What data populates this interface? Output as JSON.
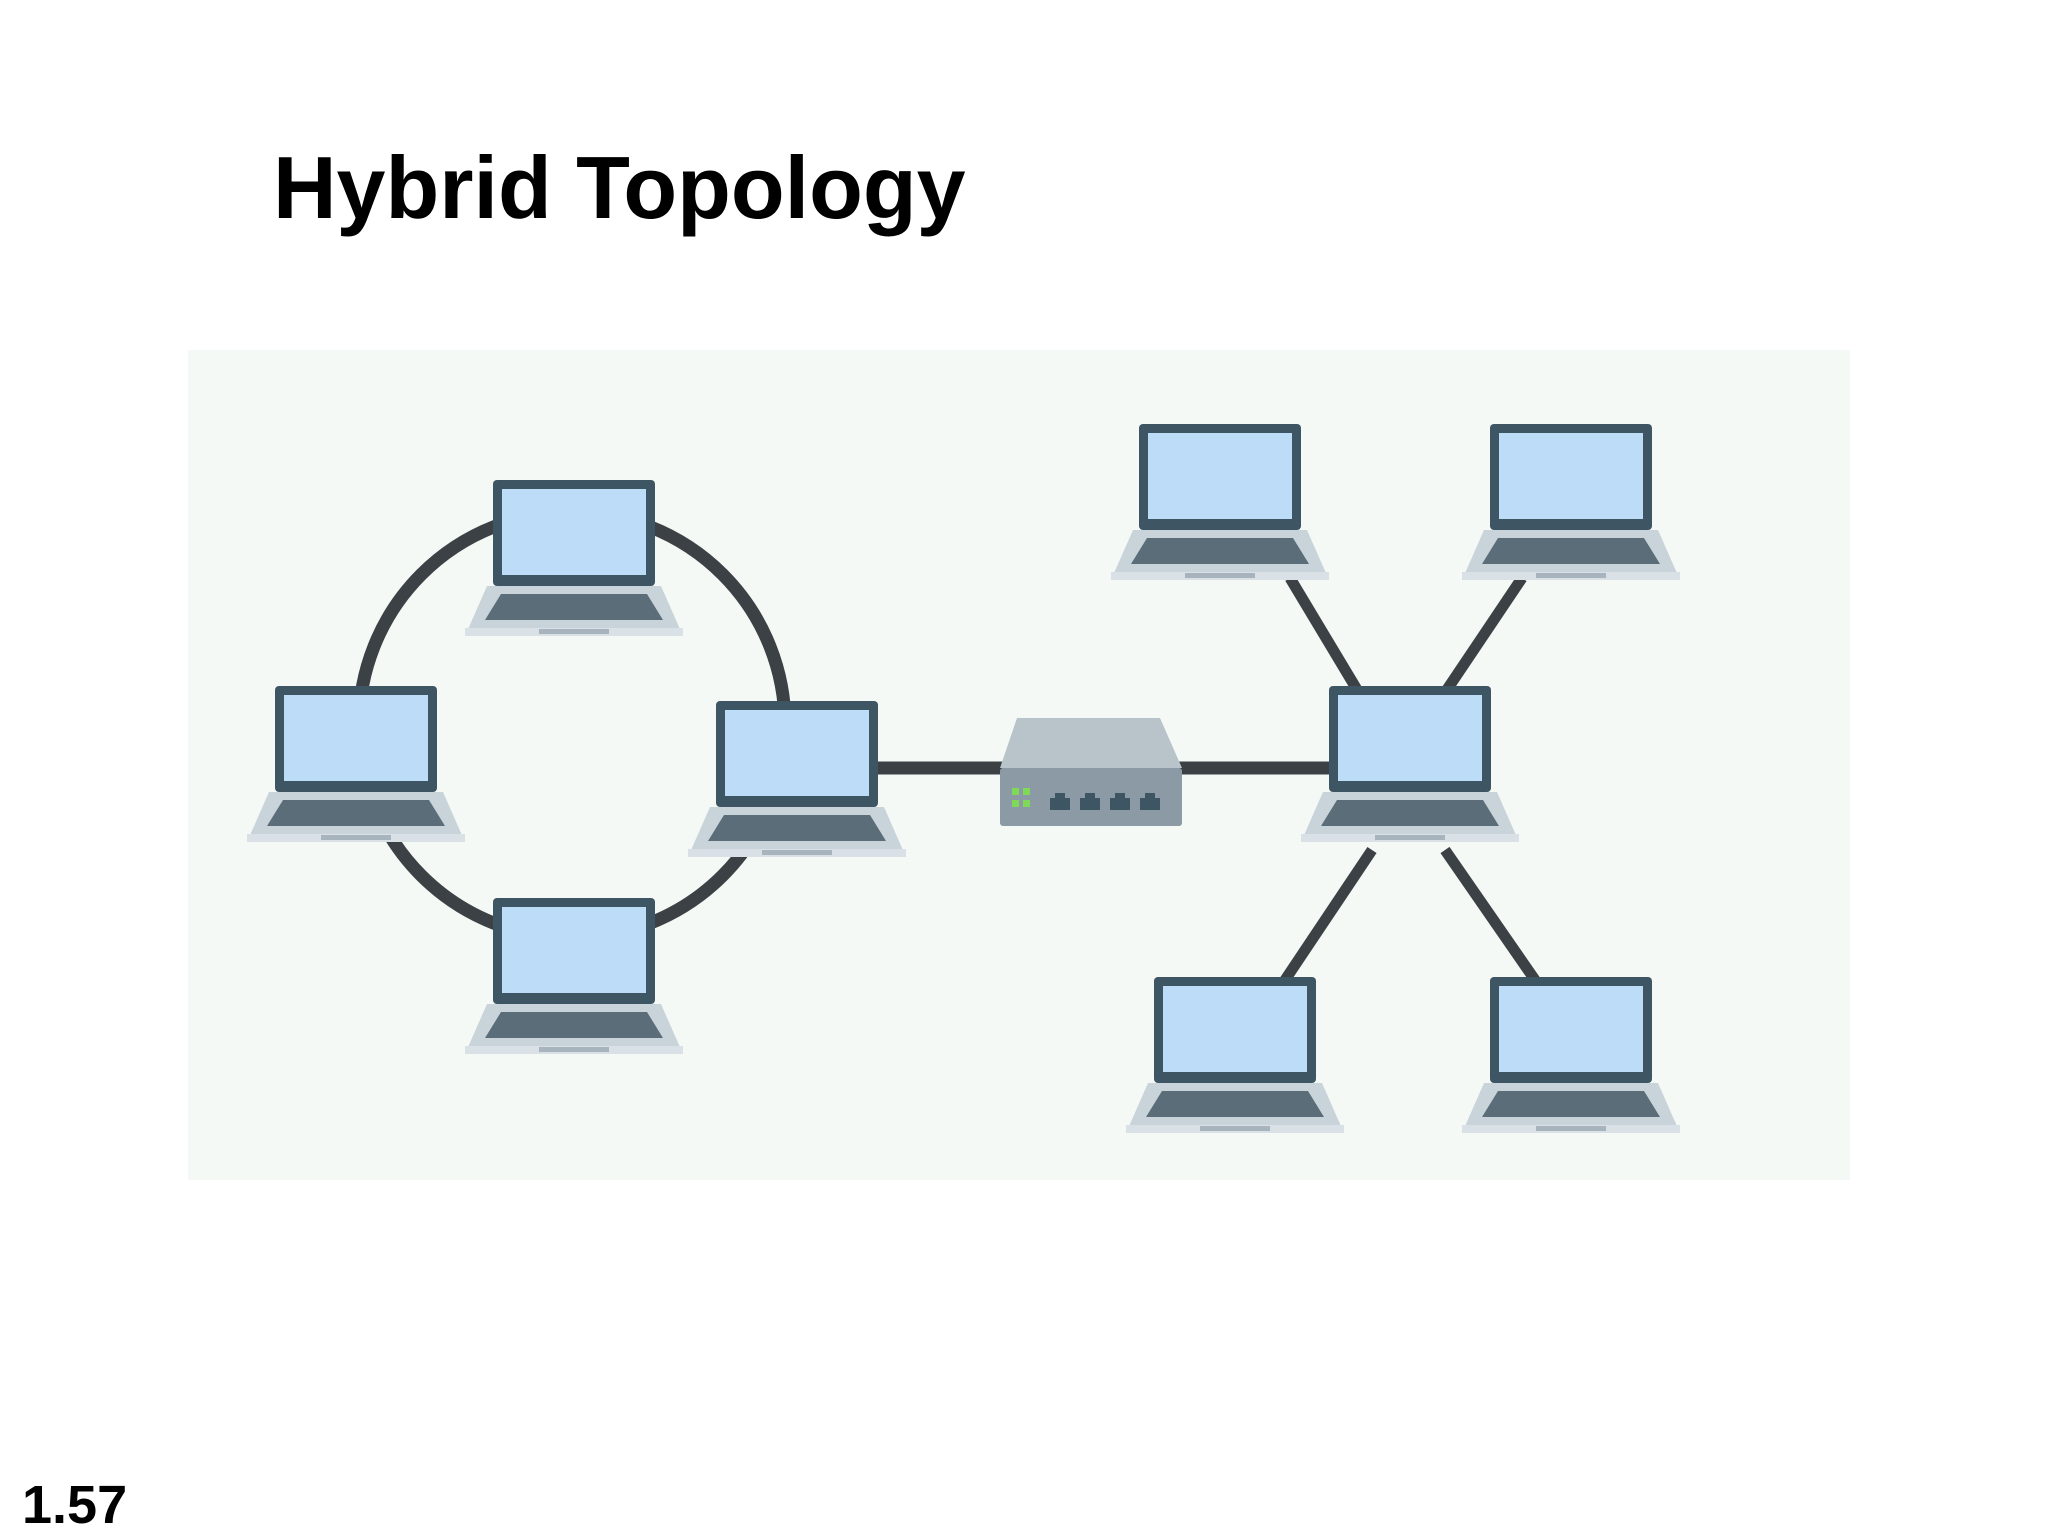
{
  "slide": {
    "title": "Hybrid Topology",
    "number": "1.57"
  },
  "diagram": {
    "colors": {
      "panel_background": "#f5f9f6",
      "cable": "#3b4144",
      "laptop_frame": "#3e5563",
      "laptop_screen": "#bcdcf7",
      "laptop_base": "#c9d3da",
      "keyboard": "#5b6d79",
      "switch_top": "#b8c3ca",
      "switch_front": "#8b9aa4",
      "switch_led": "#7ed957",
      "switch_port": "#3e5563"
    },
    "groups": [
      {
        "name": "ring",
        "icon": "laptop-icon",
        "device_count": 4
      },
      {
        "name": "switch",
        "icon": "network-switch-icon",
        "ports": 4
      },
      {
        "name": "star",
        "icon": "laptop-icon",
        "device_count": 5
      }
    ]
  }
}
